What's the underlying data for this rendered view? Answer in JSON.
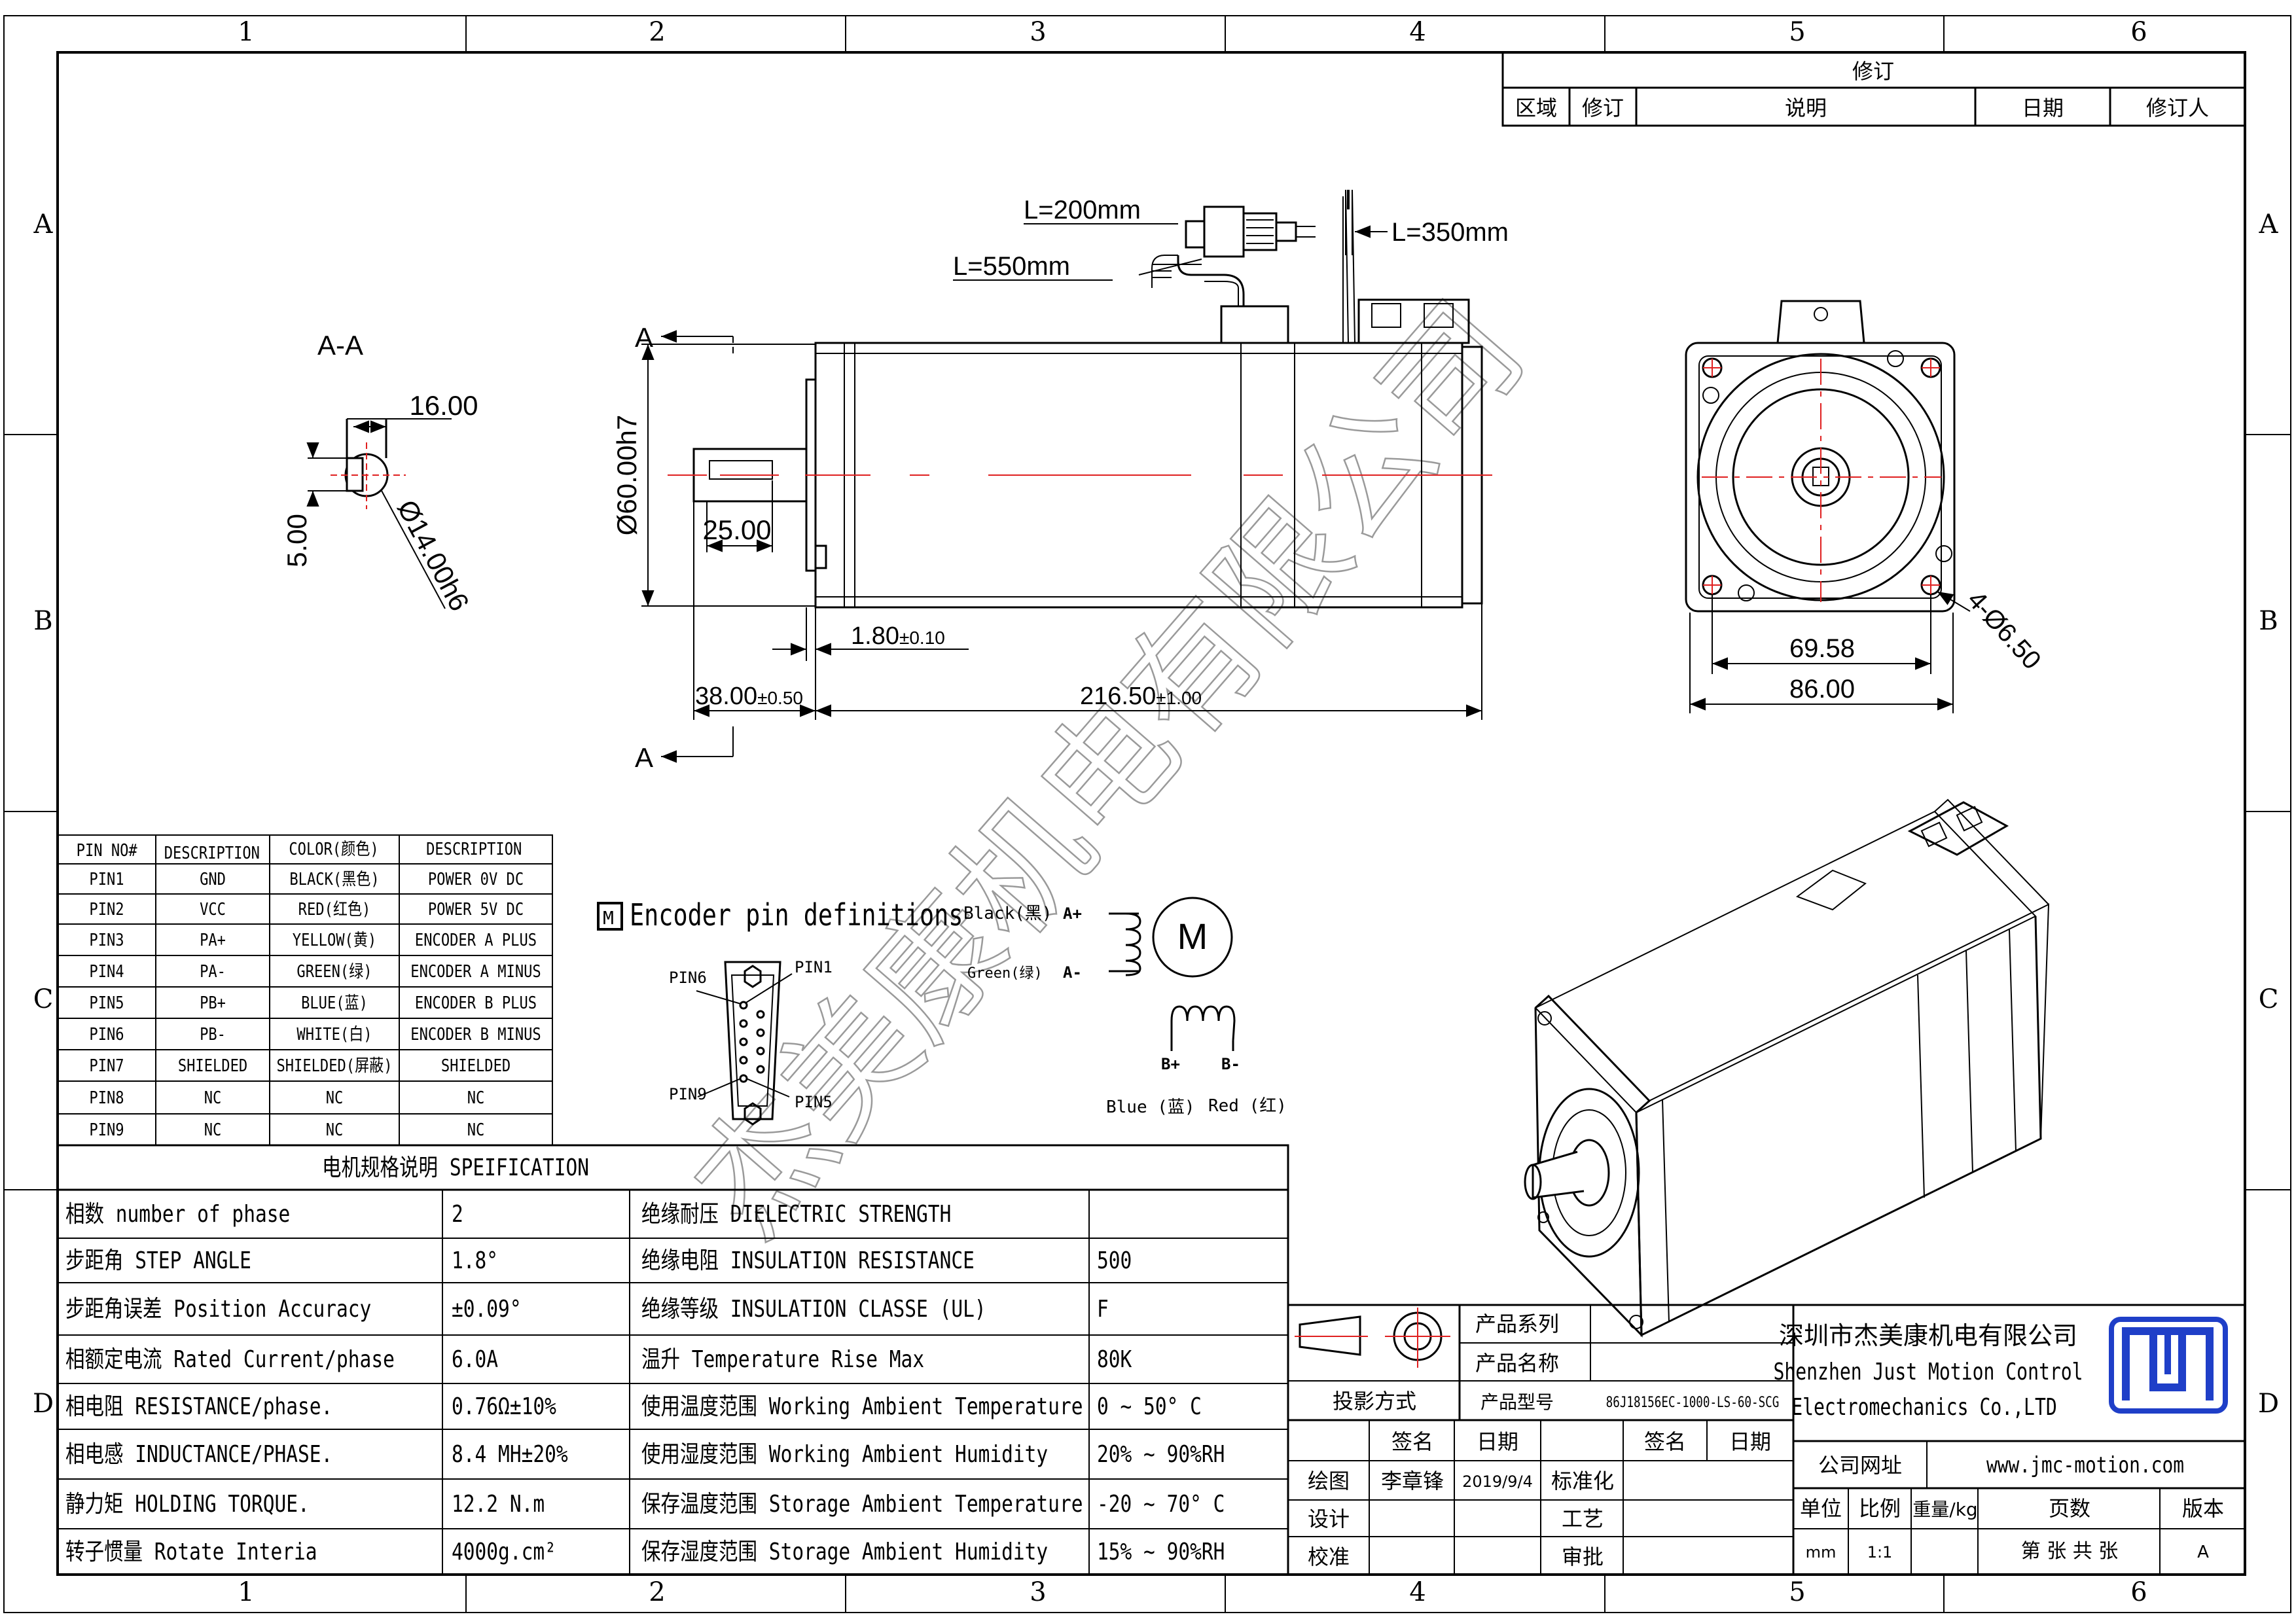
{
  "border": {
    "columns": [
      "1",
      "2",
      "3",
      "4",
      "5",
      "6"
    ],
    "rows": [
      "A",
      "B",
      "C",
      "D"
    ]
  },
  "revision": {
    "title": "修订",
    "headers": [
      "区域",
      "修订",
      "说明",
      "日期",
      "修订人"
    ]
  },
  "section": {
    "label": "A-A",
    "width": "16.00",
    "depth": "5.00",
    "dia": "Ø14.00h6"
  },
  "side_view": {
    "arrow_label": "A",
    "dia": "Ø60.00h7",
    "key_len": "25.00",
    "flange_t": "1.80",
    "flange_tol": "±0.10",
    "shaft_len": "38.00",
    "shaft_tol": "±0.50",
    "body_len": "216.50",
    "body_tol": "±1.00",
    "cable1": "L=200mm",
    "cable2": "L=550mm",
    "cable3": "L=350mm"
  },
  "front_view": {
    "pcd": "69.58",
    "square": "86.00",
    "holes": "4-Ø6.50"
  },
  "pin_table": {
    "headers": [
      "PIN NO#",
      "DESCRIPTION",
      "COLOR(颜色)",
      "DESCRIPTION"
    ],
    "rows": [
      [
        "PIN1",
        "GND",
        "BLACK(黑色)",
        "POWER 0V DC"
      ],
      [
        "PIN2",
        "VCC",
        "RED(红色)",
        "POWER 5V DC"
      ],
      [
        "PIN3",
        "PA+",
        "YELLOW(黄)",
        "ENCODER A PLUS"
      ],
      [
        "PIN4",
        "PA-",
        "GREEN(绿)",
        "ENCODER A MINUS"
      ],
      [
        "PIN5",
        "PB+",
        "BLUE(蓝)",
        "ENCODER B PLUS"
      ],
      [
        "PIN6",
        "PB-",
        "WHITE(白)",
        "ENCODER B MINUS"
      ],
      [
        "PIN7",
        "SHIELDED",
        "SHIELDED(屏蔽)",
        "SHIELDED"
      ],
      [
        "PIN8",
        "NC",
        "NC",
        "NC"
      ],
      [
        "PIN9",
        "NC",
        "NC",
        "NC"
      ]
    ]
  },
  "encoder": {
    "title": "Encoder pin definitions",
    "pin1": "PIN1",
    "pin5": "PIN5",
    "pin6": "PIN6",
    "pin9": "PIN9"
  },
  "wiring": {
    "motor": "M",
    "black": "Black(黑)",
    "green": "Green(绿)",
    "a_plus": "A+",
    "a_minus": "A-",
    "b_plus": "B+",
    "b_minus": "B-",
    "blue": "Blue (蓝)",
    "red": "Red (红)"
  },
  "spec": {
    "title": "电机规格说明 SPEIFICATION",
    "rows": [
      [
        "相数 number of phase",
        "2",
        "绝缘耐压 DIELECTRIC STRENGTH",
        ""
      ],
      [
        "步距角 STEP ANGLE",
        "1.8°",
        "绝缘电阻 INSULATION RESISTANCE",
        "500"
      ],
      [
        "步距角误差 Position Accuracy",
        "±0.09°",
        "绝缘等级 INSULATION CLASSE (UL)",
        "F"
      ],
      [
        "相额定电流 Rated Current/phase",
        "6.0A",
        "温升 Temperature Rise Max",
        "80K"
      ],
      [
        "相电阻 RESISTANCE/phase.",
        "0.76Ω±10%",
        "使用温度范围 Working Ambient Temperature",
        "0 ~ 50° C"
      ],
      [
        "相电感 INDUCTANCE/PHASE.",
        "8.4 MH±20%",
        "使用湿度范围 Working Ambient Humidity",
        "20% ~ 90%RH"
      ],
      [
        "静力矩 HOLDING TORQUE.",
        "12.2 N.m",
        "保存温度范围 Storage Ambient Temperature",
        "-20 ~ 70° C"
      ],
      [
        "转子惯量 Rotate Interia",
        "4000g.cm²",
        "保存湿度范围 Storage Ambient Humidity",
        "15% ~ 90%RH"
      ]
    ]
  },
  "title_block": {
    "series": "产品系列",
    "name": "产品名称",
    "projection": "投影方式",
    "model_label": "产品型号",
    "model": "86J18156EC-1000-LS-60-SCG",
    "sign": "签名",
    "date": "日期",
    "sign2": "签名",
    "date2": "日期",
    "draw": "绘图",
    "drawer": "李章锋",
    "draw_date": "2019/9/4",
    "std": "标准化",
    "design": "设计",
    "craft": "工艺",
    "check": "校准",
    "approve": "审批",
    "company_cn": "深圳市杰美康机电有限公司",
    "company_en1": "Shenzhen Just Motion Control",
    "company_en2": "Electromechanics Co.,LTD",
    "site_label": "公司网址",
    "site": "www.jmc-motion.com",
    "unit": "单位",
    "scale": "比例",
    "weight": "重量/kg",
    "pages": "页数",
    "version": "版本",
    "unit_val": "mm",
    "scale_val": "1:1",
    "pages_val": "第 张 共 张",
    "version_val": "A"
  },
  "watermark": "杰美康机电有限公司"
}
